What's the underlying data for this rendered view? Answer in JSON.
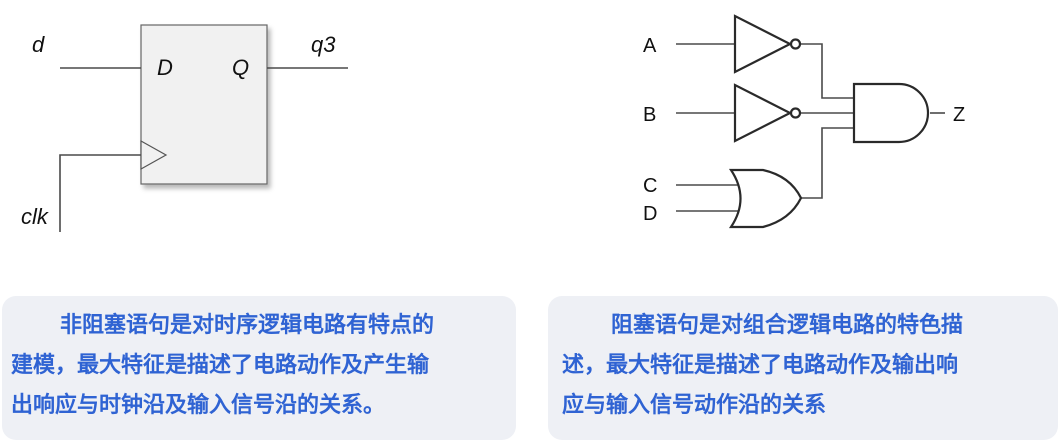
{
  "flipflop": {
    "input_d": "d",
    "pin_d": "D",
    "pin_q": "Q",
    "output": "q3",
    "clock": "clk"
  },
  "logic": {
    "input_a": "A",
    "input_b": "B",
    "input_c": "C",
    "input_d": "D",
    "output": "Z"
  },
  "notes": {
    "left": {
      "line1": "非阻塞语句是对时序逻辑电路有特点的",
      "line2": "建模，最大特征是描述了电路动作及产生输",
      "line3": "出响应与时钟沿及输入信号沿的关系。"
    },
    "right": {
      "line1": "阻塞语句是对组合逻辑电路的特色描",
      "line2": "述，最大特征是描述了电路动作及输出响",
      "line3": "应与输入信号动作沿的关系"
    }
  }
}
